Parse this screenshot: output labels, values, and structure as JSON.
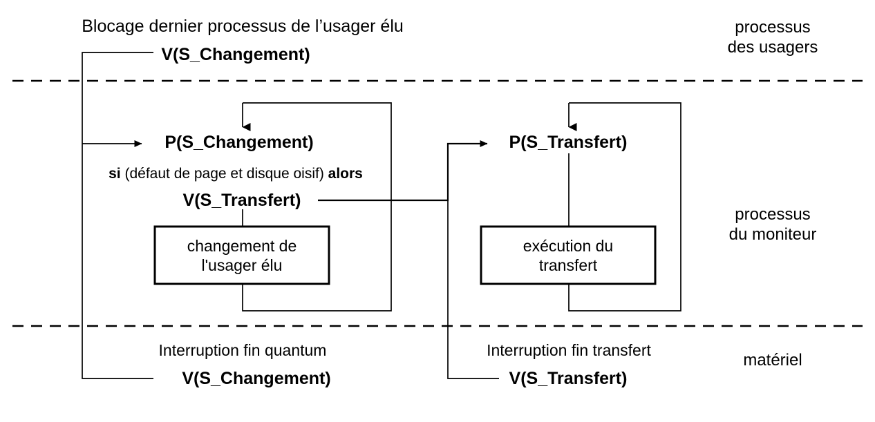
{
  "diagram": {
    "title_note": "Blocage dernier processus de l'usager élu",
    "lanes": [
      {
        "id": "usagers",
        "label": "processus\ndes usagers"
      },
      {
        "id": "moniteur",
        "label": "processus\ndu moniteur"
      },
      {
        "id": "materiel",
        "label": "matériel"
      }
    ],
    "usager_lane": {
      "caption": "Blocage dernier processus de l’usager élu",
      "operation": "V(S_Changement)"
    },
    "moniteur_lane": {
      "left_column": {
        "wait_operation": "P(S_Changement)",
        "condition_prefix": "si",
        "condition_body": " (défaut de page et disque oisif) ",
        "condition_suffix": "alors",
        "condition_full": "si (défaut de page et disque oisif) alors",
        "signal_operation": "V(S_Transfert)",
        "action_box": "changement de\nl'usager élu"
      },
      "right_column": {
        "wait_operation": "P(S_Transfert)",
        "action_box": "exécution du\ntransfert"
      }
    },
    "materiel_lane": {
      "left_event": {
        "caption": "Interruption fin quantum",
        "operation": "V(S_Changement)"
      },
      "right_event": {
        "caption": "Interruption fin transfert",
        "operation": "V(S_Transfert)"
      }
    },
    "colors": {
      "stroke": "#000000",
      "background": "#ffffff",
      "text": "#000000"
    }
  }
}
